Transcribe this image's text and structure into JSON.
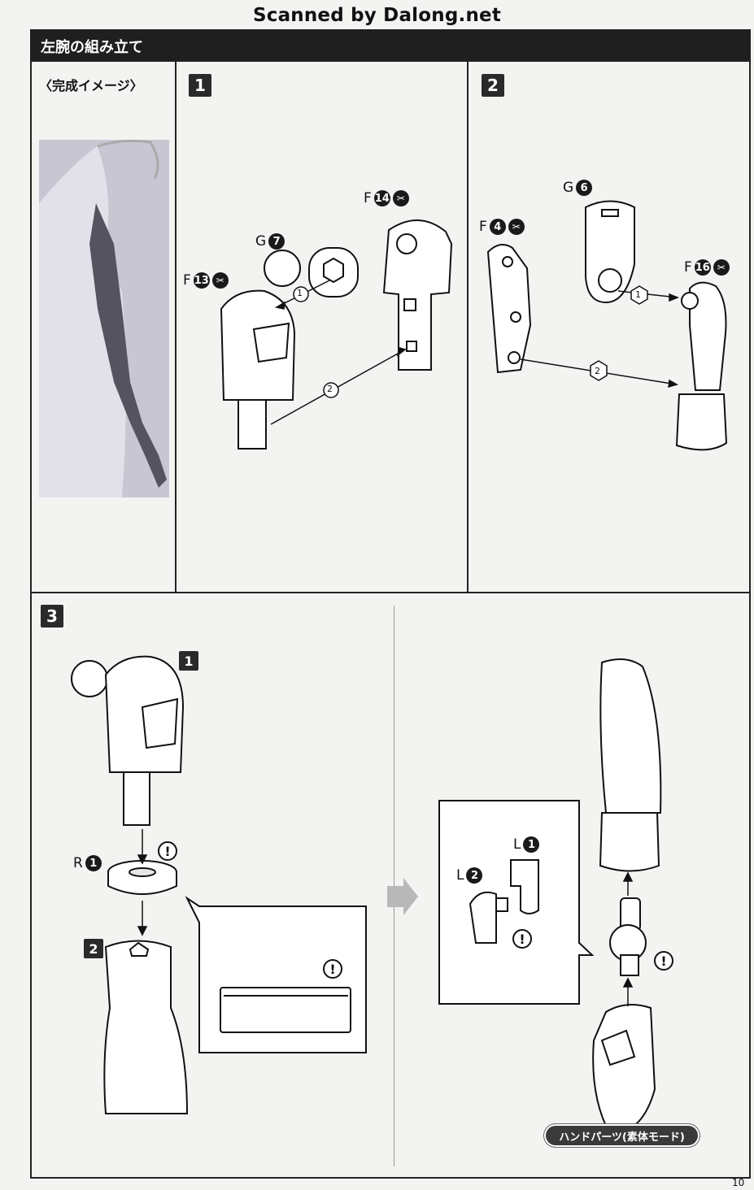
{
  "watermark": "Scanned by Dalong.net",
  "header": {
    "title": "左腕の組み立て"
  },
  "preview": {
    "label": "〈完成イメージ〉"
  },
  "steps": {
    "s1": {
      "number": "1",
      "parts": [
        {
          "letter": "F",
          "num": "13"
        },
        {
          "letter": "G",
          "num": "7"
        },
        {
          "letter": "F",
          "num": "14"
        }
      ],
      "arrows": [
        "1",
        "2"
      ]
    },
    "s2": {
      "number": "2",
      "parts": [
        {
          "letter": "G",
          "num": "6"
        },
        {
          "letter": "F",
          "num": "4"
        },
        {
          "letter": "F",
          "num": "16"
        }
      ],
      "arrows": [
        "1",
        "2"
      ]
    },
    "s3": {
      "number": "3",
      "sub_a": "1",
      "sub_b": "2",
      "part_r": {
        "letter": "R",
        "num": "1"
      },
      "inset_parts": [
        {
          "letter": "L",
          "num": "1"
        },
        {
          "letter": "L",
          "num": "2"
        }
      ],
      "hand_label": "ハンドパーツ(素体モード)"
    }
  },
  "warning_symbol": "!",
  "cut_symbol": "✂",
  "page_number": "10"
}
